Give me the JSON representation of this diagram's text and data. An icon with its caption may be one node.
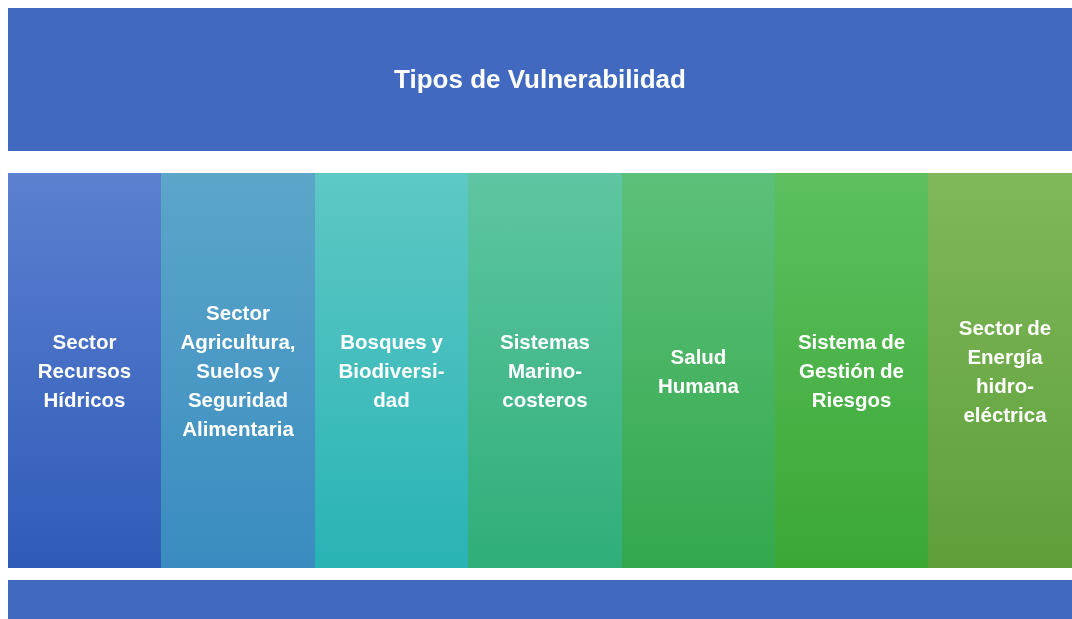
{
  "diagram": {
    "nodes": [
      {
        "text": [
          "Tipos de Vulnerabilidad"
        ]
      },
      {
        "text": [
          "Sector Recursos Hídricos"
        ]
      },
      {
        "text": [
          "Sector Agricultura, Suelos y Seguridad Alimentaria"
        ]
      },
      {
        "text": [
          "Bosques y Biodiversi- dad"
        ]
      },
      {
        "text": [
          "Sistemas Marino- costeros"
        ]
      },
      {
        "text": [
          "Salud Humana"
        ]
      },
      {
        "text": [
          "Sistema de Gestión de Riesgos"
        ]
      },
      {
        "text": [
          "Sector de Energía hidro- eléctrica"
        ]
      },
      {
        "text": [],
        "shape": "bar"
      }
    ]
  }
}
